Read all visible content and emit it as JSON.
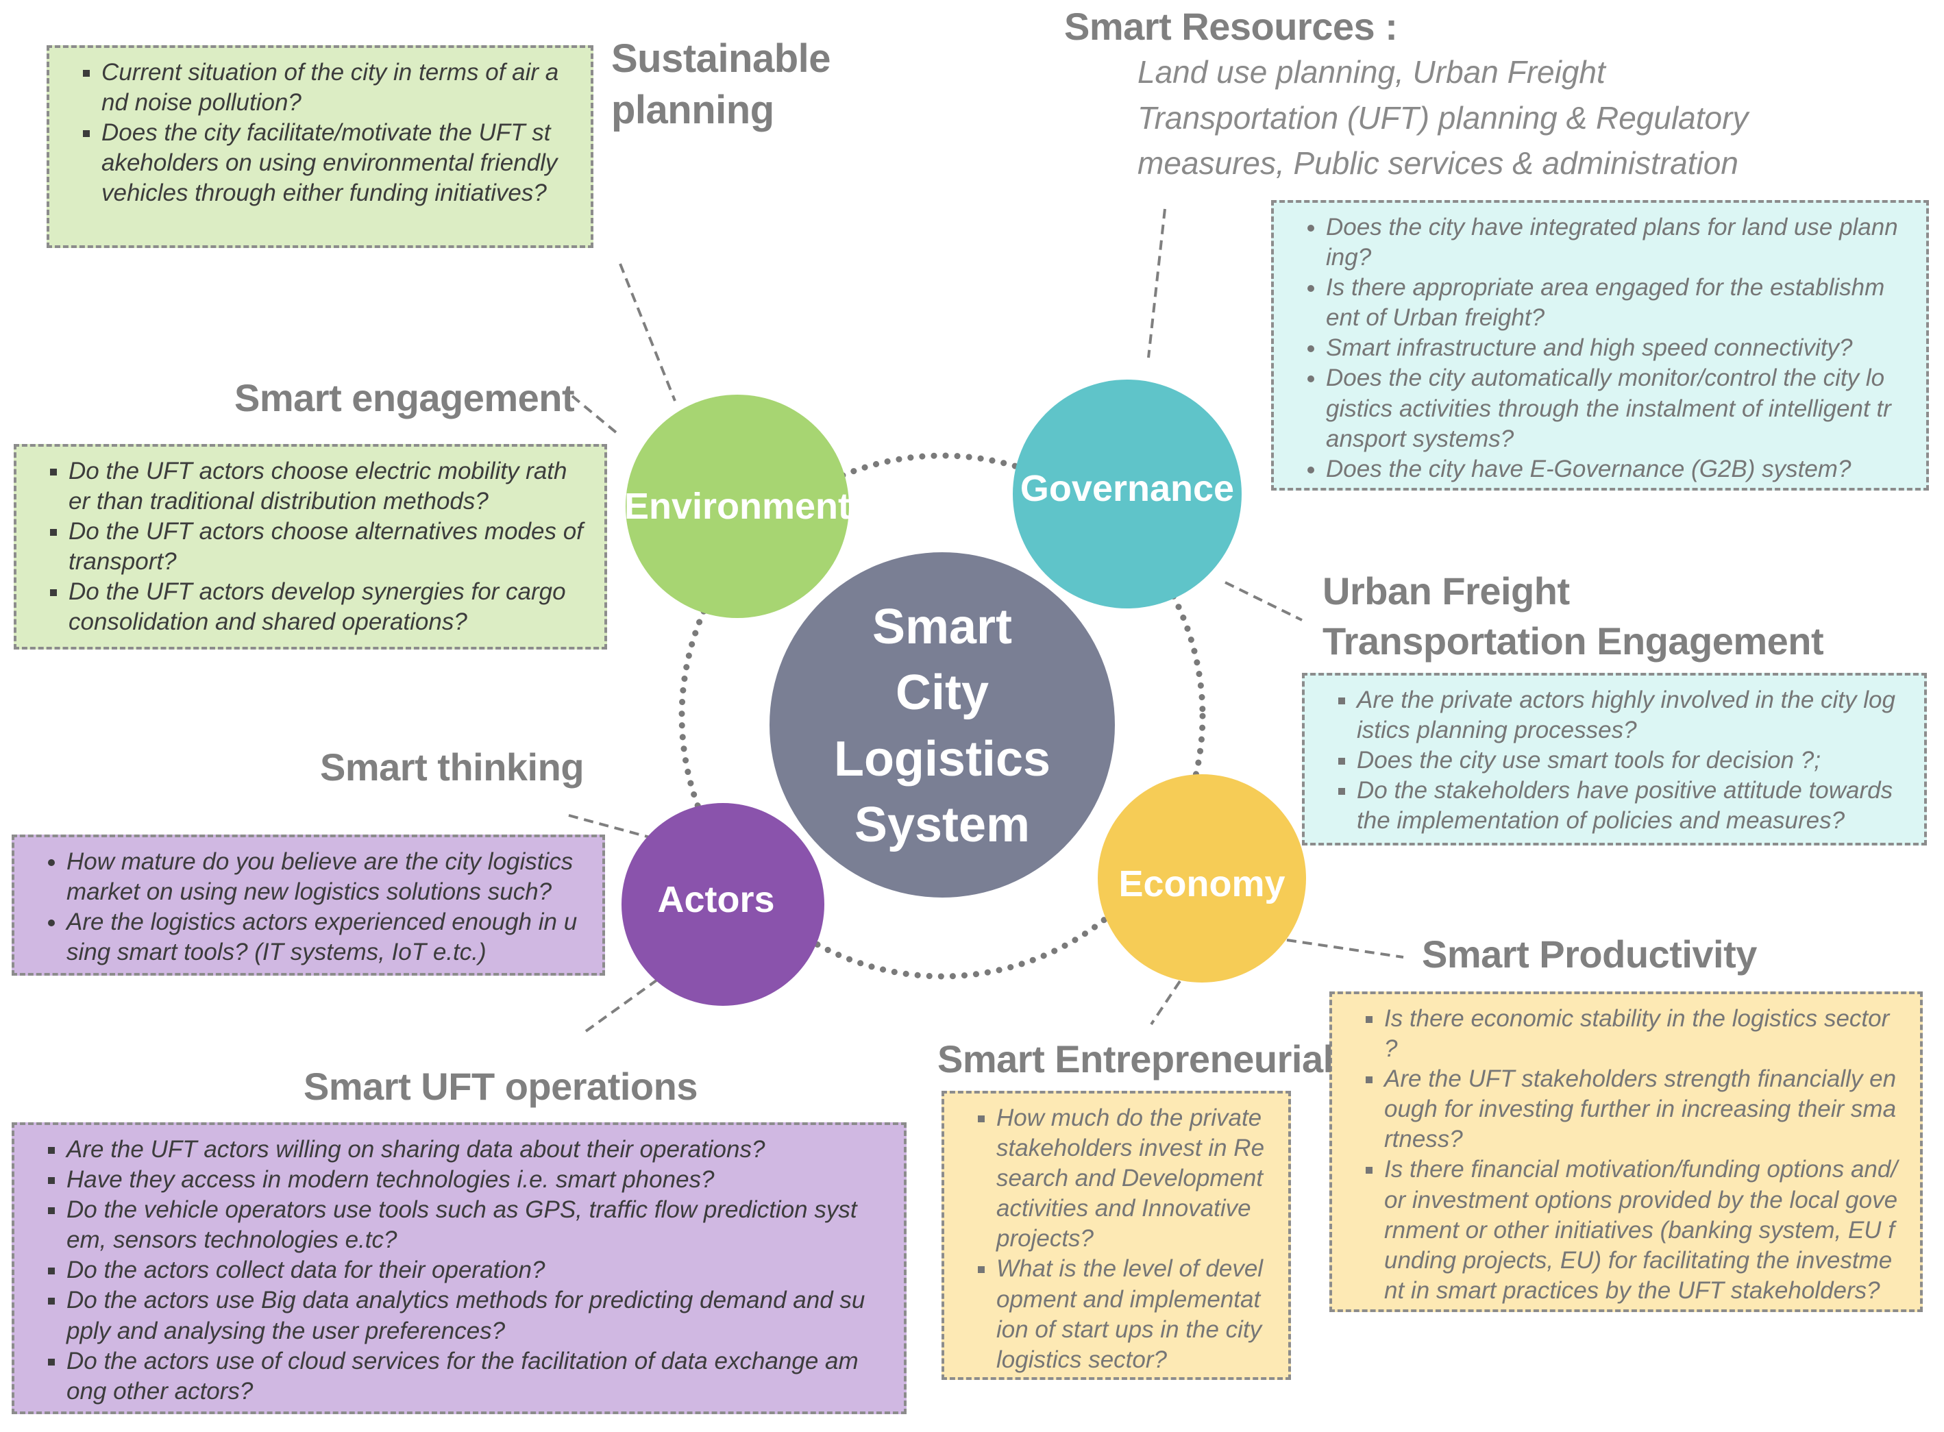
{
  "center": {
    "lines": [
      "Smart",
      "City",
      "Logistics",
      "System"
    ],
    "color": "#7a7f94"
  },
  "pillars": {
    "environment": {
      "label": "Environment",
      "color": "#a7d572"
    },
    "governance": {
      "label": "Governance",
      "color": "#5fc4c9"
    },
    "actors": {
      "label": "Actors",
      "color": "#8a53ac"
    },
    "economy": {
      "label": "Economy",
      "color": "#f6cc56"
    }
  },
  "sections": {
    "sustainable_planning": {
      "title": "Sustainable planning",
      "items": [
        "Current situation of the city in terms of air a nd noise pollution?",
        "Does the city facilitate/motivate the UFT st akeholders on using environmental friendly vehicles through either funding initiatives?"
      ]
    },
    "smart_engagement": {
      "title": "Smart engagement",
      "items": [
        "Do the UFT actors choose electric mobility rath er than traditional distribution methods?",
        "Do the UFT actors choose alternatives modes of transport?",
        "Do the UFT actors develop synergies for cargo consolidation and shared operations?"
      ]
    },
    "smart_resources": {
      "title": "Smart Resources :",
      "subtitle": "Land use planning, Urban Freight Transportation (UFT) planning & Regulatory measures, Public services & administration",
      "items": [
        "Does the city have integrated plans for land use plann ing?",
        "Is there appropriate area engaged for the establishm ent of Urban freight?",
        "Smart infrastructure and high speed connectivity?",
        "Does the city automatically monitor/control the city lo gistics activities through the instalment of intelligent tr ansport systems?",
        "Does the city have E-Governance (G2B) system?"
      ]
    },
    "uft_engagement": {
      "title": "Urban Freight Transportation Engagement",
      "items": [
        "Are the private actors highly involved in the city log istics planning processes?",
        " Does the city use smart tools for decision ?;",
        "Do the stakeholders have positive attitude towards the implementation of policies and measures?"
      ]
    },
    "smart_thinking": {
      "title": "Smart thinking",
      "items": [
        "How mature do you believe are the city logistics market on using new logistics solutions such?",
        "Are the logistics actors experienced enough in u sing smart tools? (IT systems, IoT e.tc.)"
      ]
    },
    "smart_uft_operations": {
      "title": "Smart UFT operations",
      "items": [
        "Are the UFT actors willing on sharing data about their operations?",
        "Have they access in modern technologies i.e. smart phones?",
        "Do the vehicle operators use tools such as GPS, traffic flow prediction syst em, sensors technologies e.tc?",
        "Do the actors collect data for their operation?",
        "Do the actors use Big data analytics methods for predicting demand and su pply and analysing the user preferences?",
        "Do the actors use of cloud services for the facilitation of data exchange am ong other actors?"
      ]
    },
    "smart_productivity": {
      "title": "Smart Productivity",
      "items": [
        "Is there economic stability in the logistics sector ?",
        "Are the UFT stakeholders strength financially en ough for investing further in increasing their sma rtness?",
        "Is there financial motivation/funding options and/ or investment options provided by the local gove rnment or other initiatives (banking system, EU f unding projects, EU) for facilitating the investme nt in smart practices by the UFT stakeholders?"
      ]
    },
    "smart_entrepreneurial": {
      "title": "Smart Entrepreneurial",
      "items": [
        "How much do the private stakeholders invest in Re search and Development activities and Innovative projects?",
        "What is the level of devel opment and implementat ion of start ups in the city logistics sector?"
      ]
    }
  }
}
